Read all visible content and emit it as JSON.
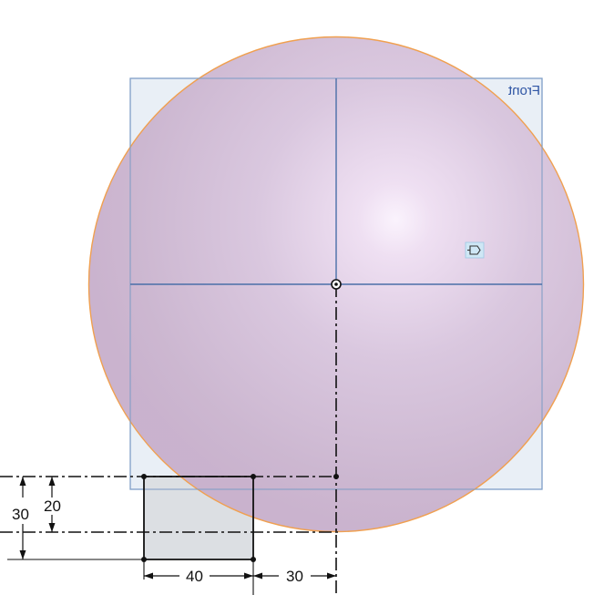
{
  "viewport": {
    "plane_label": "Front",
    "plane_label_mirrored": true,
    "sphere_color": "#d6c4dc",
    "sphere_outline_color": "#f0a050",
    "plane_border_color": "#8fb0d4",
    "plane_axis_color": "#4a6fa8",
    "sketch_line_color": "#111111",
    "icons": {
      "origin": "origin-point-icon",
      "cursor_tag": "sketch-plane-icon"
    }
  },
  "dimensions": {
    "vertical_total": "30",
    "vertical_partial": "20",
    "horizontal_width": "40",
    "horizontal_offset": "30"
  }
}
